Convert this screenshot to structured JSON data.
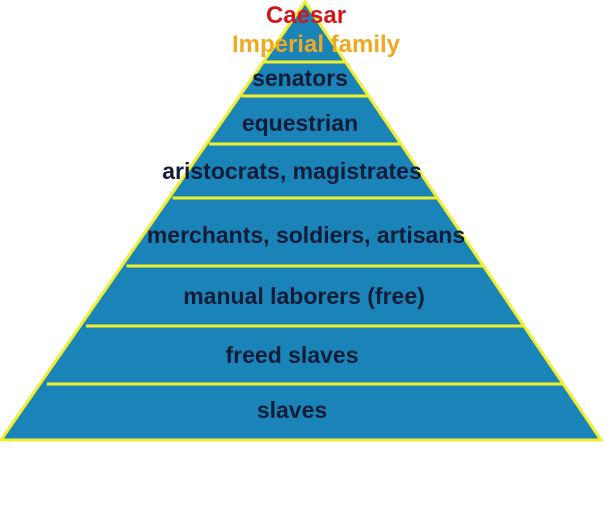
{
  "pyramid": {
    "apex_title": "Caesar",
    "apex_subtitle": "Imperial family",
    "tiers": [
      "senators",
      "equestrian",
      "aristocrats, magistrates",
      "merchants, soldiers, artisans",
      "manual laborers (free)",
      "freed slaves",
      "slaves"
    ]
  },
  "colors": {
    "fill": "#1a84b8",
    "outline": "#f2ee2e",
    "apex_title": "#d3151b",
    "apex_subtitle": "#f0a820",
    "tier_text": "#101c38"
  }
}
